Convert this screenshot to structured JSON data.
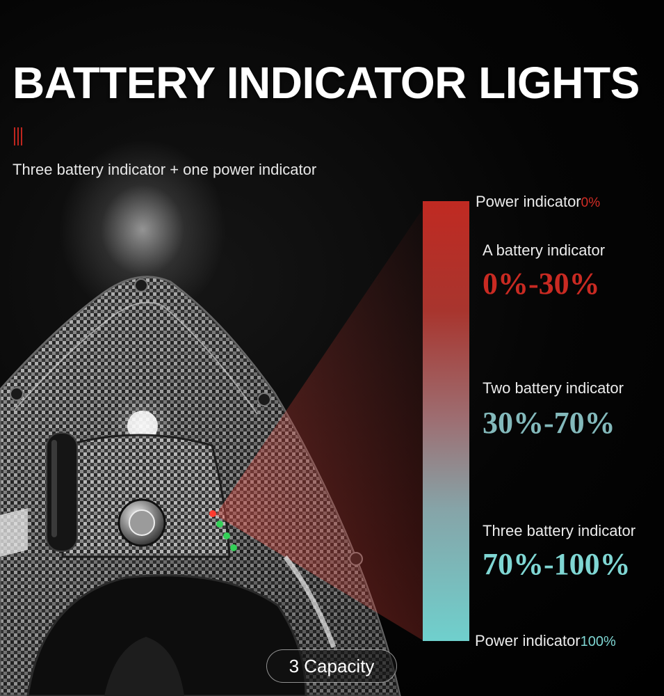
{
  "heading": {
    "title": "BATTERY INDICATOR LIGHTS",
    "subtitle": "Three battery indicator + one power indicator"
  },
  "gauge": {
    "top_label_text": "Power indicator",
    "top_label_value": "0%",
    "levels": [
      {
        "label": "A battery indicator",
        "range": "0%-30%"
      },
      {
        "label": "Two battery indicator",
        "range": "30%-70%"
      },
      {
        "label": "Three battery indicator",
        "range": "70%-100%"
      }
    ],
    "bottom_label_text": "Power indicator",
    "bottom_label_value": "100%"
  },
  "caption": "3 Capacity",
  "colors": {
    "accent_red": "#c92a22",
    "accent_cyan": "#7fd6d3",
    "background": "#000000"
  },
  "icons": {
    "title_marks": "three-vertical-red-bars",
    "power_button": "round-metal-power-button-icon",
    "indicator_leds": "led-indicator-lights-icon"
  }
}
